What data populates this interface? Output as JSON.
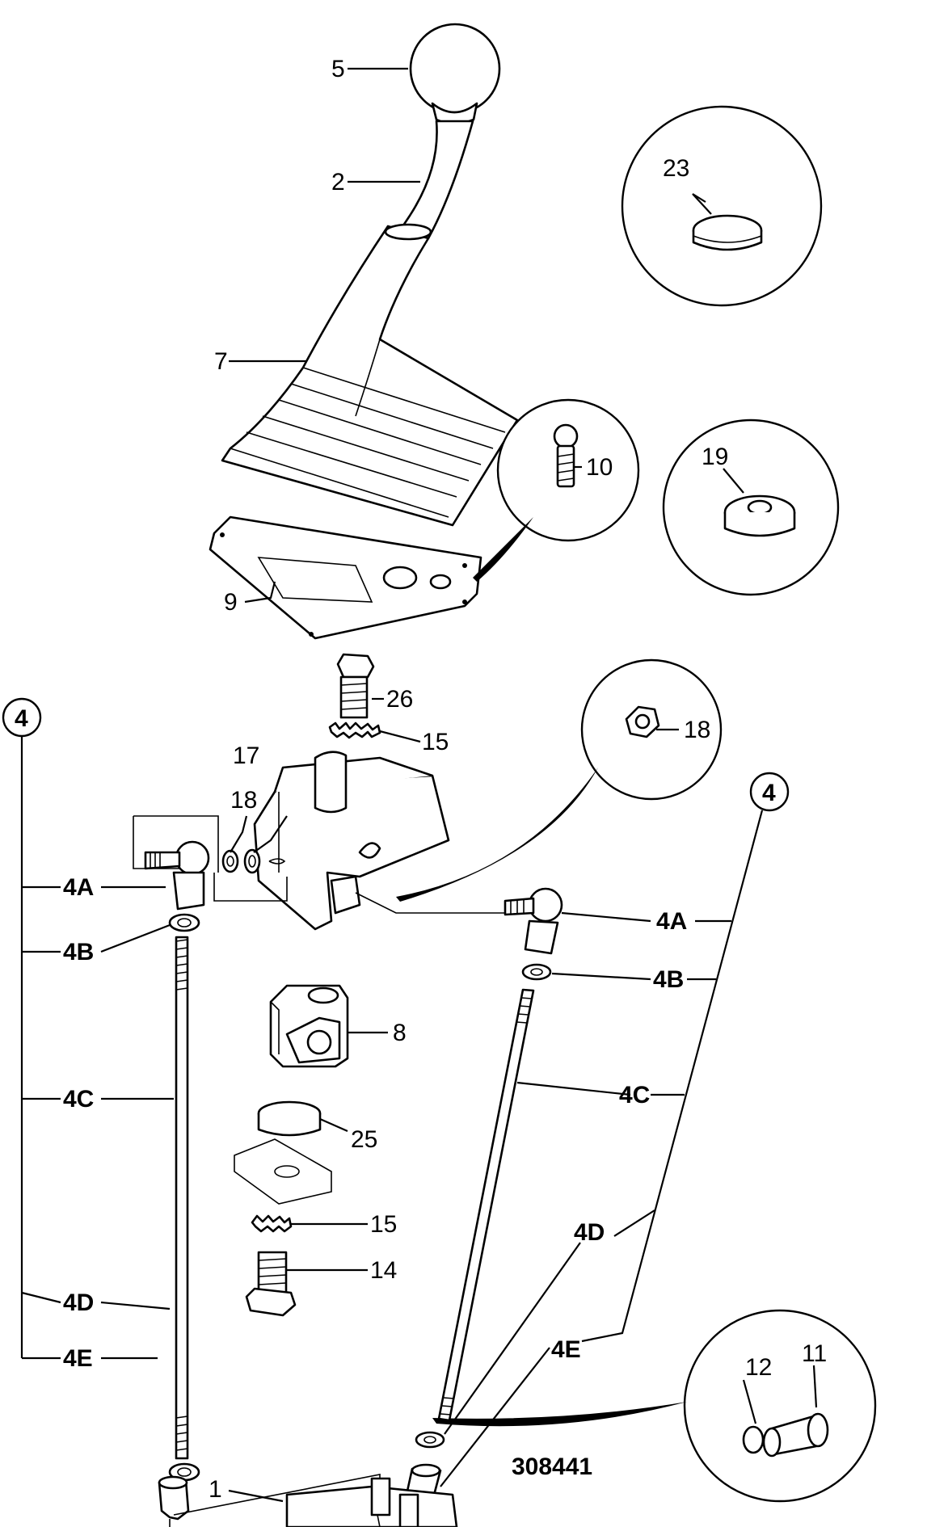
{
  "drawing_number": "308441",
  "callouts": {
    "c1": "1",
    "c2": "2",
    "c4_left": "4",
    "c4_right": "4",
    "c4a_left": "4A",
    "c4b_left": "4B",
    "c4c_left": "4C",
    "c4d_left": "4D",
    "c4e_left": "4E",
    "c4a_right": "4A",
    "c4b_right": "4B",
    "c4c_right": "4C",
    "c4d_right": "4D",
    "c4e_right": "4E",
    "c5": "5",
    "c7": "7",
    "c8": "8",
    "c9": "9",
    "c10": "10",
    "c11": "11",
    "c12": "12",
    "c14": "14",
    "c15_top": "15",
    "c15_bottom": "15",
    "c17": "17",
    "c18_left": "18",
    "c18_detail": "18",
    "c19": "19",
    "c23": "23",
    "c25": "25",
    "c26": "26"
  }
}
